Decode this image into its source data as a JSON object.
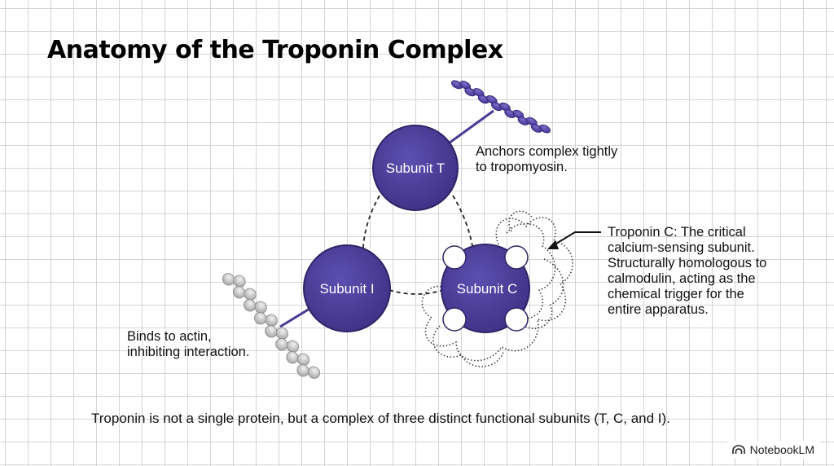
{
  "title": "Anatomy of the Troponin Complex",
  "subunits": {
    "t": {
      "label": "Subunit T"
    },
    "i": {
      "label": "Subunit I"
    },
    "c": {
      "label": "Subunit C"
    }
  },
  "annotations": {
    "tropomyosin": [
      "Anchors complex tightly",
      "to tropomyosin."
    ],
    "actin": [
      "Binds to actin,",
      "inhibiting interaction."
    ],
    "troponin_c": [
      "Troponin C: The critical",
      "calcium-sensing subunit.",
      "Structurally homologous to",
      "calmodulin, acting as the",
      "chemical trigger for the",
      "entire apparatus."
    ]
  },
  "footer": "Troponin is not a single protein, but a complex of three distinct functional subunits (T, C, and I).",
  "brand": {
    "name": "NotebookLM",
    "icon": "notebooklm-logo-icon"
  },
  "colors": {
    "subunit_fill": "#4b3d96",
    "subunit_stroke": "#2d2566",
    "tropomyosin": "#5a4aa8",
    "actin": "#c8c8c8"
  }
}
